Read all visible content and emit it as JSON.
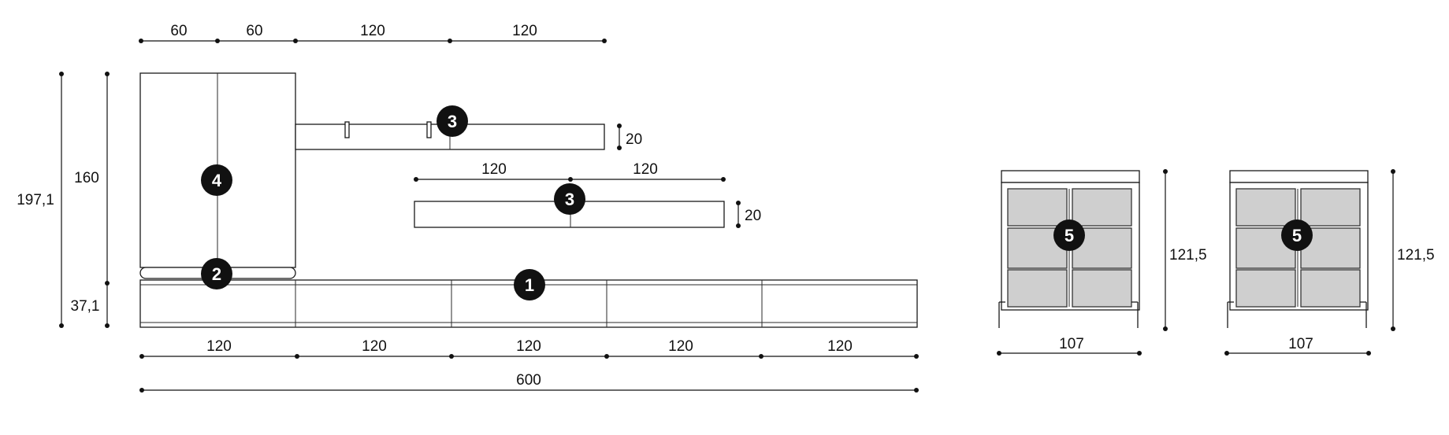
{
  "top_dims": [
    "60",
    "60",
    "120",
    "120"
  ],
  "left_dims": {
    "total": "197,1",
    "upper": "160",
    "lower": "37,1"
  },
  "shelf1_height": "20",
  "shelf2_widths": [
    "120",
    "120"
  ],
  "shelf2_height": "20",
  "base_widths": [
    "120",
    "120",
    "120",
    "120",
    "120"
  ],
  "base_total": "600",
  "cabinet_a": {
    "width": "107",
    "height": "121,5"
  },
  "cabinet_b": {
    "width": "107",
    "height": "121,5"
  },
  "badges": [
    "1",
    "2",
    "3",
    "3",
    "4",
    "5",
    "5"
  ]
}
